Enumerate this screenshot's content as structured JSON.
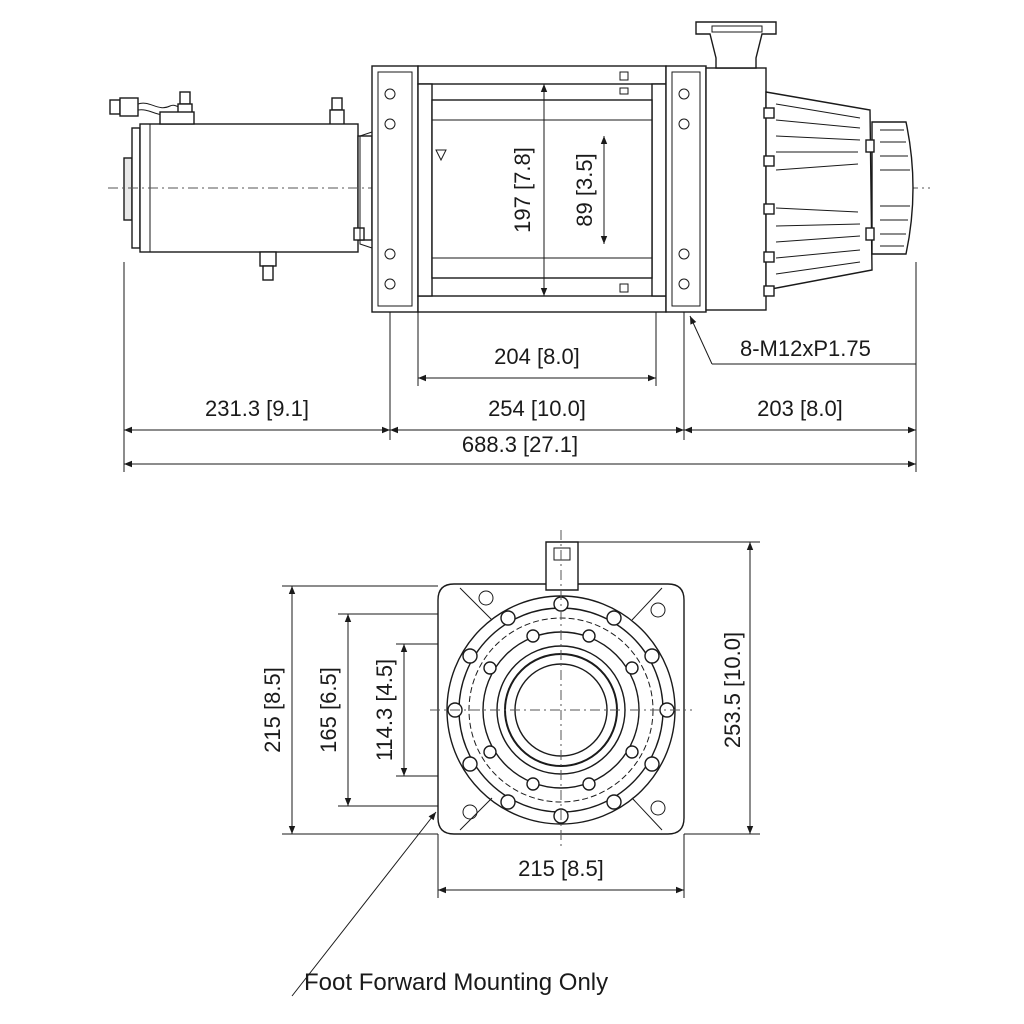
{
  "side_view": {
    "dims": {
      "drum_height": "197 [7.8]",
      "drum_inner": "89 [3.5]",
      "drum_length": "204 [8.0]",
      "motor_section": "231.3 [9.1]",
      "mount_spacing": "254 [10.0]",
      "gear_section": "203 [8.0]",
      "overall_length": "688.3 [27.1]"
    },
    "bolt_callout": "8-M12xP1.75"
  },
  "end_view": {
    "dims": {
      "frame_height": "215 [8.5]",
      "bolt_pattern_outer": "165 [6.5]",
      "bolt_pattern_inner": "114.3 [4.5]",
      "overall_height": "253.5 [10.0]",
      "frame_width": "215 [8.5]"
    },
    "note": "Foot Forward Mounting Only"
  },
  "colors": {
    "line": "#1a1a1a",
    "shade": "#e8e8e8",
    "background": "#ffffff"
  }
}
